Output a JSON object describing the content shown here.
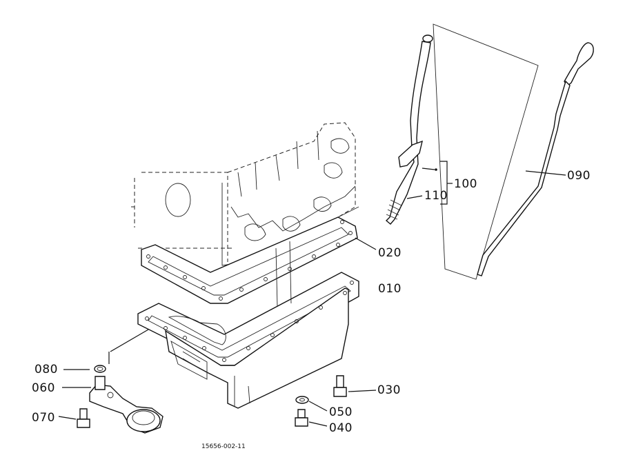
{
  "labels": {
    "p010": "010",
    "p020": "020",
    "p030": "030",
    "p040": "040",
    "p050": "050",
    "p060": "060",
    "p070": "070",
    "p080": "080",
    "p090": "090",
    "p100": "100",
    "p110": "110"
  },
  "drawing_number": "15656-002-11"
}
